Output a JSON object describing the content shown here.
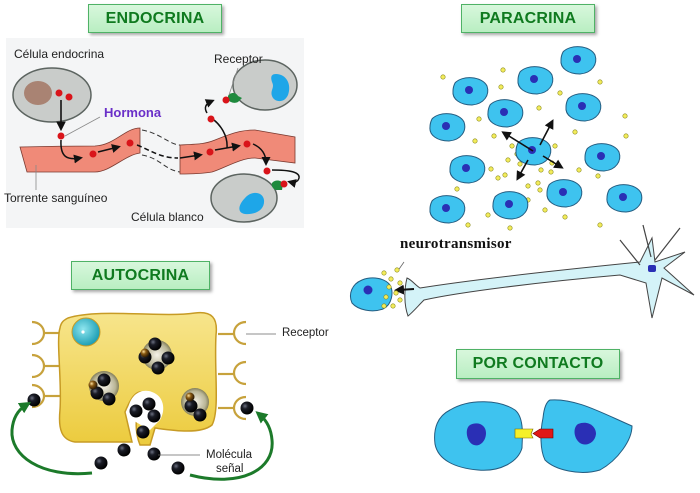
{
  "panels": {
    "endocrina": {
      "title": "ENDOCRINA",
      "labels": {
        "secreting_cell": "Célula endocrina",
        "hormone": "Hormona",
        "receptor": "Receptor",
        "bloodstream": "Torrente sanguíneo",
        "target_cell": "Célula blanco"
      }
    },
    "paracrina": {
      "title": "PARACRINA",
      "labels": {
        "neurotransmitter": "neurotransmisor"
      }
    },
    "autocrina": {
      "title": "AUTOCRINA",
      "labels": {
        "receptor": "Receptor",
        "signal_molecule_line1": "Molécula",
        "signal_molecule_line2": "señal"
      }
    },
    "por_contacto": {
      "title": "POR CONTACTO"
    }
  },
  "colors": {
    "title_text": "#0f7a1f",
    "title_bg": "#c6f2cd",
    "hormone_label": "#6a2fc8",
    "blood_vessel": "#f08a78",
    "hormone_dot": "#d9141a",
    "cell_blue": "#3ec3ef",
    "nucleus_blue": "#2a2fb5",
    "molecule_yellow": "#f3ec5a",
    "autocrine_cell": "#f1d54e"
  }
}
